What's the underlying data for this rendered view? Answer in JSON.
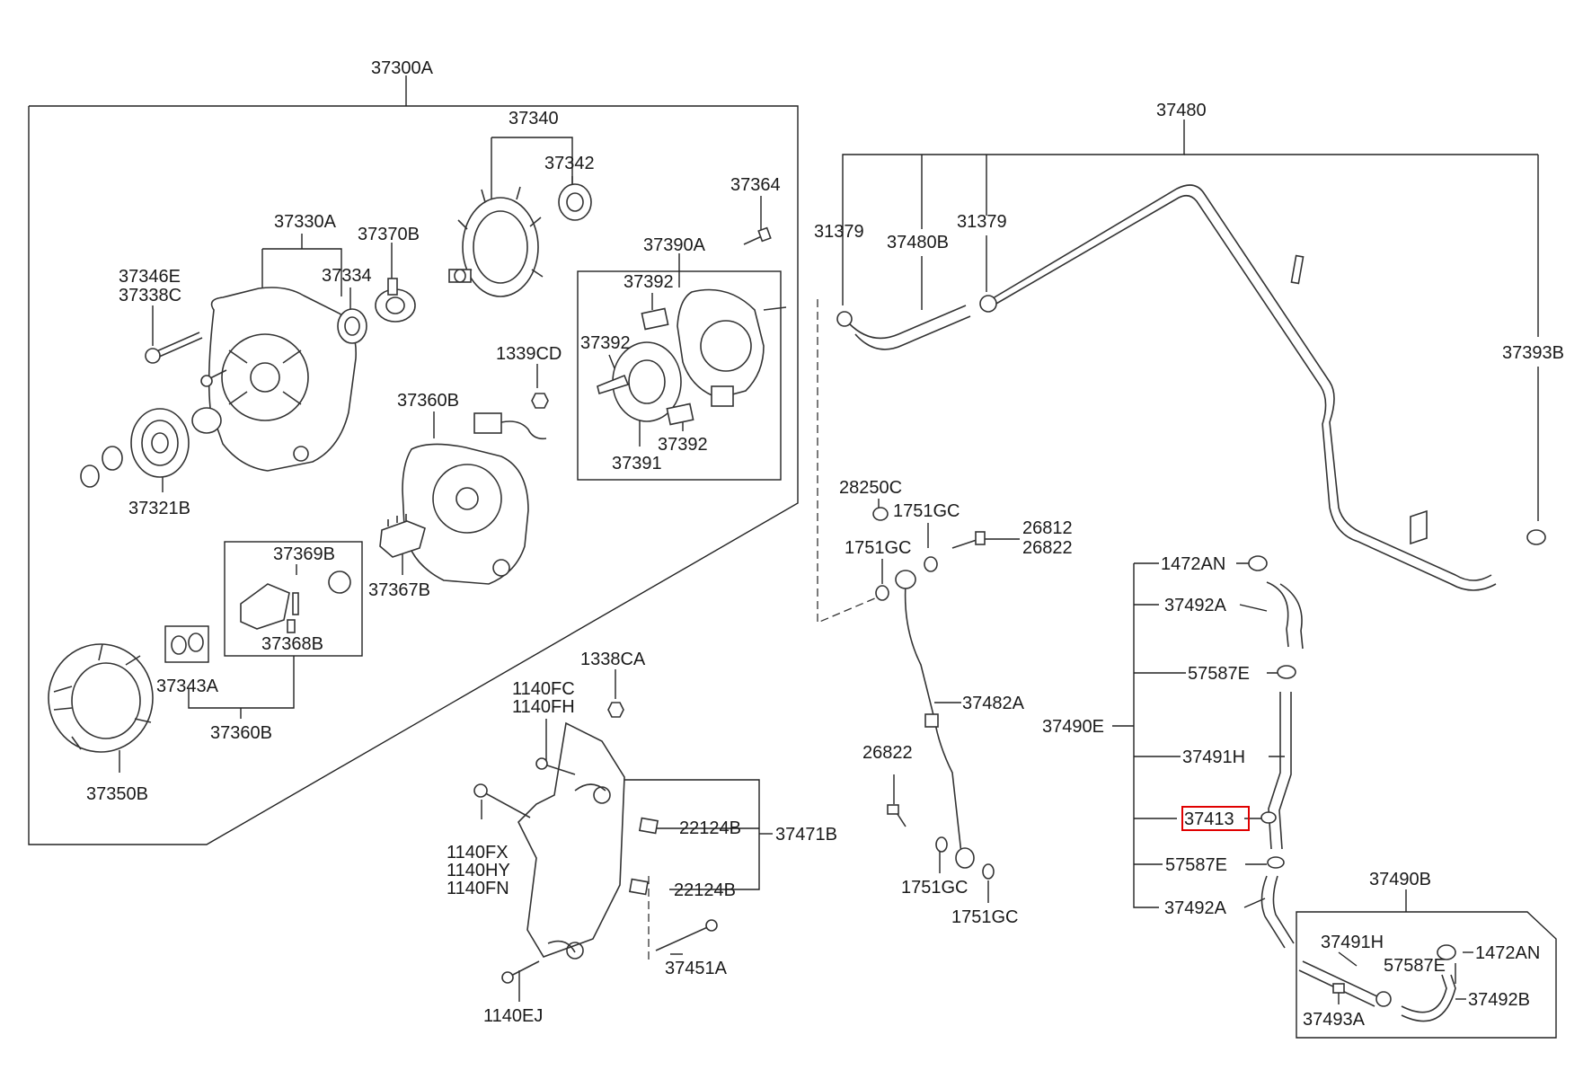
{
  "diagram": {
    "highlight_color": "#e00000",
    "labels": {
      "l37300A": "37300A",
      "l37340": "37340",
      "l37342": "37342",
      "l37364": "37364",
      "l37330A": "37330A",
      "l37370B": "37370B",
      "l37390A": "37390A",
      "l37346E": "37346E",
      "l37338C": "37338C",
      "l37334": "37334",
      "l37392a": "37392",
      "l37392b": "37392",
      "l37392c": "37392",
      "l37391": "37391",
      "l1339CD": "1339CD",
      "l37360B_top": "37360B",
      "l37321B": "37321B",
      "l37369B": "37369B",
      "l37368B": "37368B",
      "l37367B": "37367B",
      "l37343A": "37343A",
      "l37360B_bottom": "37360B",
      "l37350B": "37350B",
      "l1338CA": "1338CA",
      "l1140FC": "1140FC",
      "l1140FH": "1140FH",
      "l1140FX": "1140FX",
      "l1140HY": "1140HY",
      "l1140FN": "1140FN",
      "l22124B_a": "22124B",
      "l22124B_b": "22124B",
      "l37471B": "37471B",
      "l37451A": "37451A",
      "l1140EJ": "1140EJ",
      "l37480": "37480",
      "l31379a": "31379",
      "l37480B": "37480B",
      "l31379b": "31379",
      "l37393B": "37393B",
      "l28250C": "28250C",
      "l1751GC_a": "1751GC",
      "l1751GC_b": "1751GC",
      "l26812": "26812",
      "l26822_a": "26822",
      "l37482A": "37482A",
      "l26822_b": "26822",
      "l1751GC_c": "1751GC",
      "l1751GC_d": "1751GC",
      "l1472AN_a": "1472AN",
      "l37492A_a": "37492A",
      "l57587E_a": "57587E",
      "l37490E": "37490E",
      "l37491H_a": "37491H",
      "l37413": "37413",
      "l57587E_b": "57587E",
      "l37492A_b": "37492A",
      "l37490B": "37490B",
      "l37491H_b": "37491H",
      "l57587E_c": "57587E",
      "l1472AN_b": "1472AN",
      "l37492B": "37492B",
      "l37493A": "37493A"
    }
  }
}
